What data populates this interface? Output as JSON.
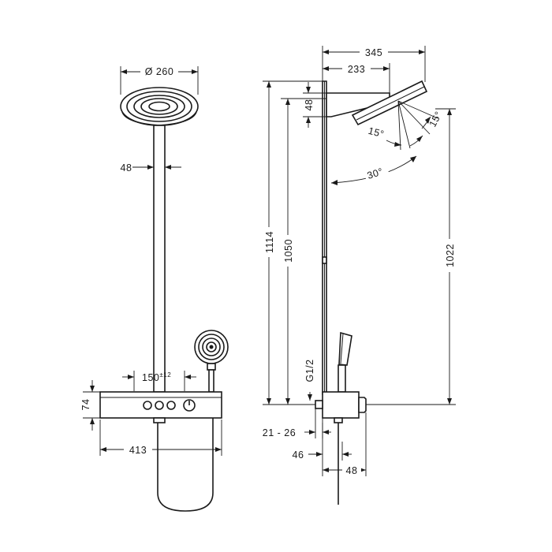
{
  "front": {
    "dia_label": "Ø 260",
    "pipe_label": "48",
    "spacing_label": "150",
    "spacing_tolerance": "±12",
    "height_label": "74",
    "width_label": "413"
  },
  "side": {
    "width_345": "345",
    "width_233": "233",
    "head_48": "48",
    "angle_15a": "15°",
    "angle_15b": "15°",
    "angle_30": "30°",
    "height_1114": "1114",
    "height_1050": "1050",
    "height_1022": "1022",
    "thread": "G1/2",
    "range_21_26": "21 - 26",
    "dim_46": "46",
    "dim_48": "48"
  }
}
